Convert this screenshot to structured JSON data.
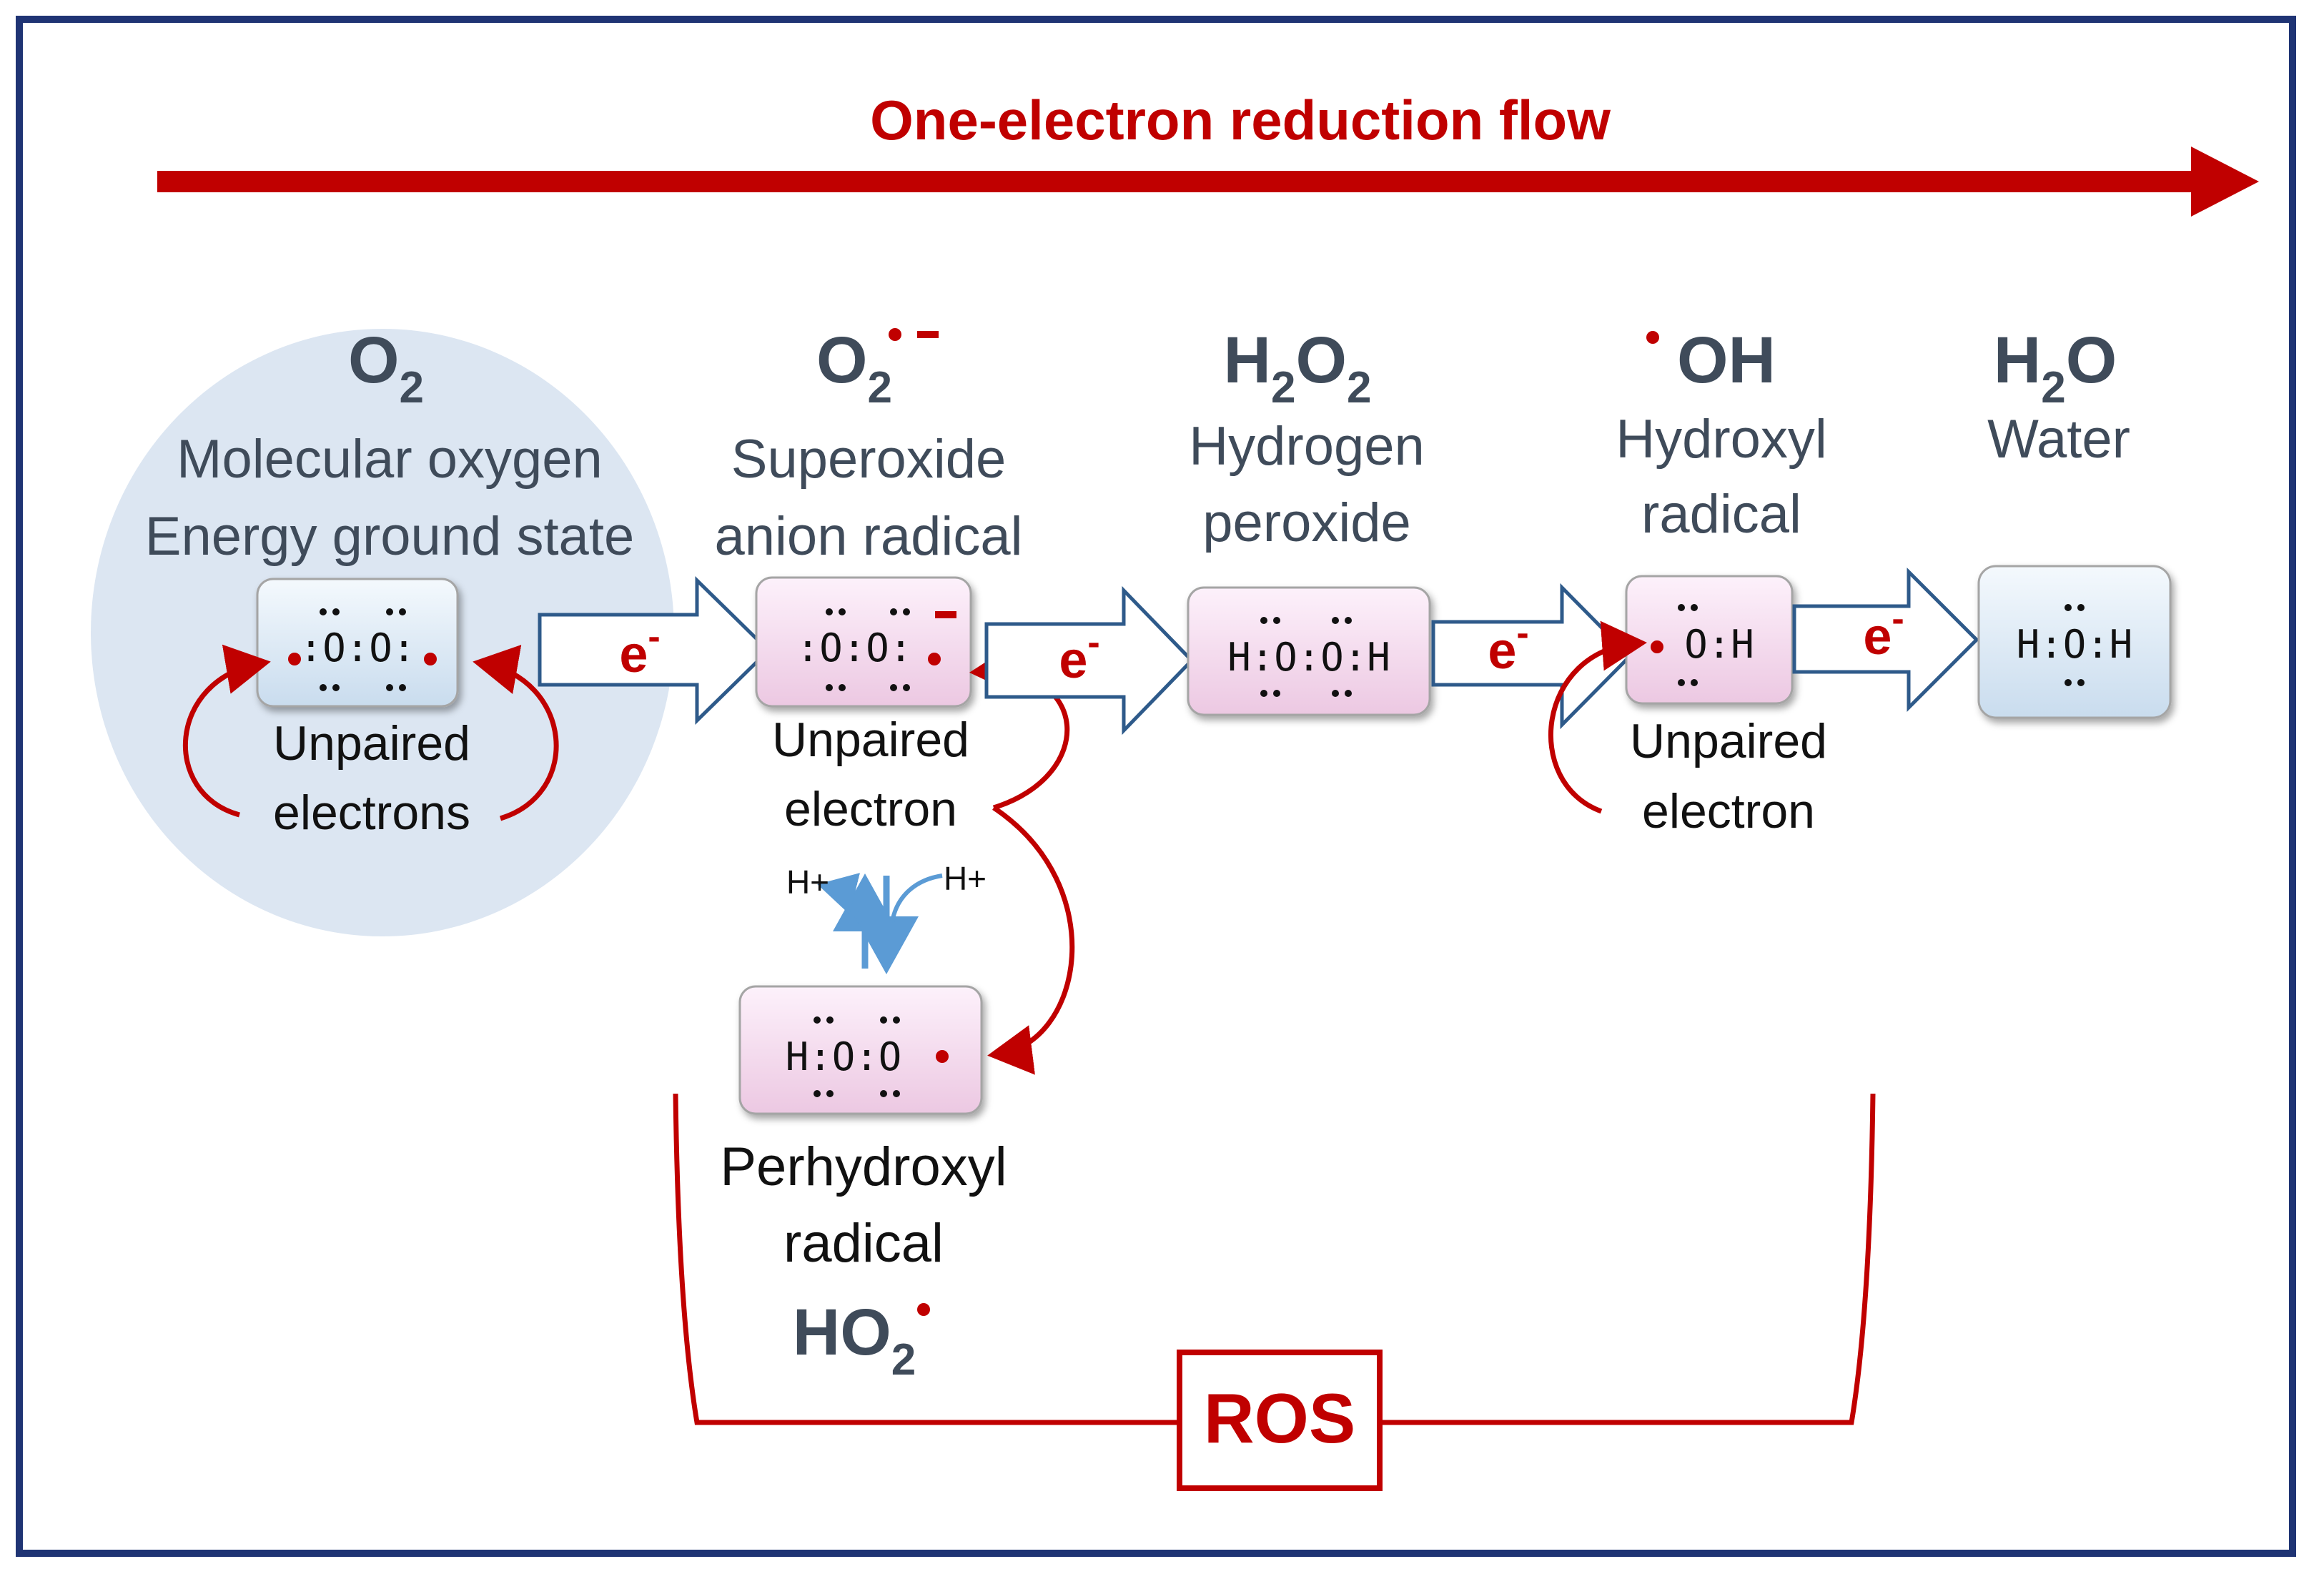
{
  "flow": {
    "label": "One-electron reduction flow"
  },
  "species": [
    {
      "base": "O",
      "sub": "2",
      "sup": "",
      "name_line1": "Molecular oxygen",
      "name_line2": "Energy ground state",
      "lewis": ":O:O:",
      "note_line1": "Unpaired",
      "note_line2": "electrons"
    },
    {
      "base": "O",
      "sub": "2",
      "sup": "•–",
      "name_line1": "Superoxide",
      "name_line2": "anion radical",
      "lewis": ":O:O:",
      "note_line1": "Unpaired",
      "note_line2": "electron"
    },
    {
      "base": "H",
      "sub": "2",
      "base2": "O",
      "sub2": "2",
      "name_line1": "Hydrogen",
      "name_line2": "peroxide",
      "lewis": "H:O:O:H"
    },
    {
      "base": "OH",
      "sup": "•",
      "name_line1": "Hydroxyl",
      "name_line2": "radical",
      "lewis": "O:H",
      "note_line1": "Unpaired",
      "note_line2": "electron"
    },
    {
      "base": "H",
      "sub": "2",
      "base2": "O",
      "name_line1": "Water",
      "lewis": "H:O:H"
    }
  ],
  "electron": {
    "symbol": "e",
    "charge": "-"
  },
  "perhydroxyl": {
    "name_line1": "Perhydroxyl",
    "name_line2": "radical",
    "base": "HO",
    "sub": "2",
    "sup": "•",
    "lewis": "H:O:O",
    "proton": "H+"
  },
  "ros": {
    "label": "ROS"
  },
  "colors": {
    "red": "#c00000",
    "navy": "#1f3474",
    "text": "#3f4b5a",
    "pink": "#f6dcef",
    "blue": "#dce9f5",
    "ellipse": "#dce6f2",
    "proton_arrow": "#5b9bd5"
  }
}
